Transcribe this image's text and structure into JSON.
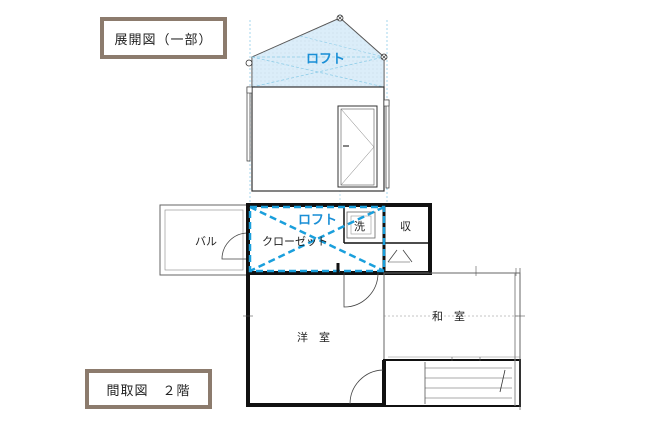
{
  "labels": {
    "elevation_title": "展開図（一部）",
    "plan_title": "間取図　２階"
  },
  "rooms": {
    "loft_elevation": "ロフト",
    "loft_plan": "ロフト",
    "balcony": "バル",
    "closet": "クローゼット",
    "laundry": "洗",
    "storage": "収",
    "western_room": "洋　室",
    "japanese_room": "和　室"
  },
  "colors": {
    "wall": "#111111",
    "loft_fill": "#cfe7f7",
    "loft_dash": "#1a9fdc",
    "loft_text": "#1a8fd6",
    "guide": "#8fcde8",
    "label_border": "#8c7b6d"
  }
}
